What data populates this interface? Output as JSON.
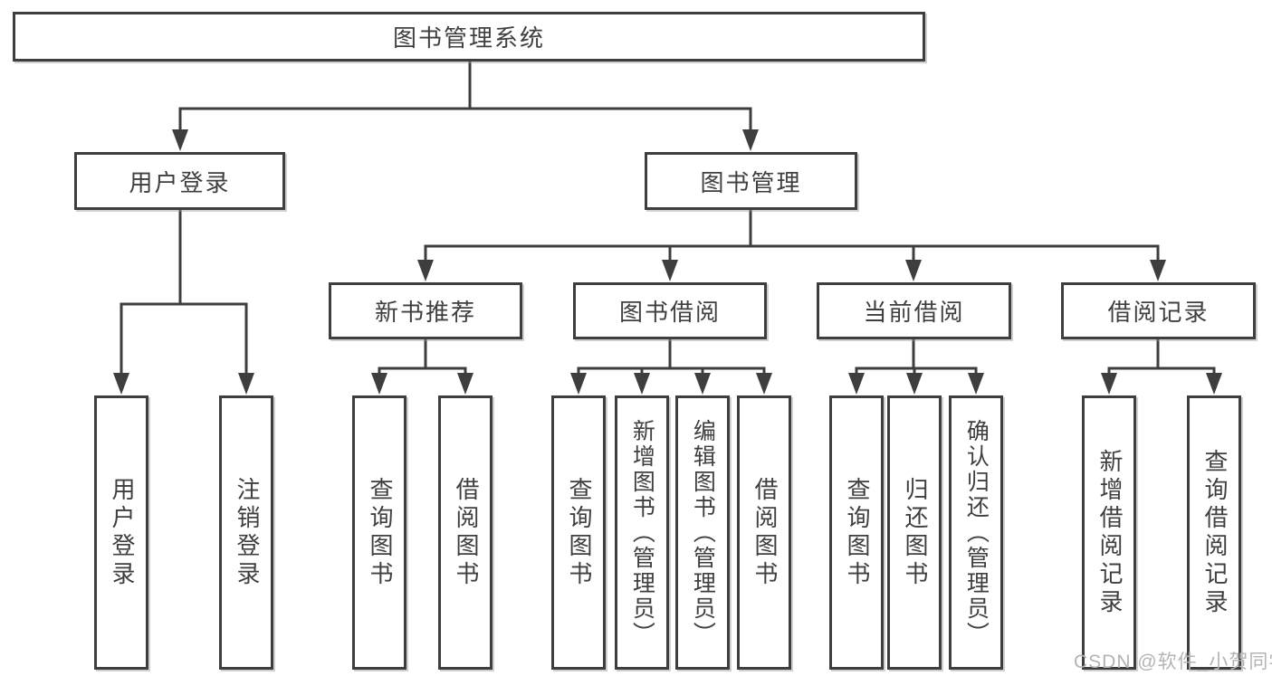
{
  "diagram": {
    "type": "hierarchy-flowchart",
    "title": "图书管理系统",
    "watermark": "CSDN @软件_小贺同学",
    "colors": {
      "line": "#3e3e3e",
      "box_border": "#3e3e3e",
      "box_fill": "#ffffff",
      "text": "#3f3f3f",
      "background": "#ffffff",
      "watermark": "#b4b4b4"
    },
    "nodes": {
      "root": {
        "label": "图书管理系统"
      },
      "user_login": {
        "label": "用户登录"
      },
      "book_mgmt": {
        "label": "图书管理"
      },
      "new_book_rec": {
        "label": "新书推荐"
      },
      "book_borrow": {
        "label": "图书借阅"
      },
      "current_borrow": {
        "label": "当前借阅"
      },
      "borrow_records": {
        "label": "借阅记录"
      },
      "leaf_user_login": {
        "label": "用户登录"
      },
      "leaf_logout": {
        "label": "注销登录"
      },
      "leaf_query_book_rec": {
        "label": "查询图书"
      },
      "leaf_borrow_book_rec": {
        "label": "借阅图书"
      },
      "leaf_query_book_borrow": {
        "label": "查询图书"
      },
      "leaf_add_book": {
        "label": "新增图书（管理员）"
      },
      "leaf_edit_book": {
        "label": "编辑图书（管理员）"
      },
      "leaf_borrow_book_borrow": {
        "label": "借阅图书"
      },
      "leaf_query_book_current": {
        "label": "查询图书"
      },
      "leaf_return_book": {
        "label": "归还图书"
      },
      "leaf_confirm_return": {
        "label": "确认归还（管理员）"
      },
      "leaf_add_borrow_record": {
        "label": "新增借阅记录"
      },
      "leaf_query_borrow_record": {
        "label": "查询借阅记录"
      }
    },
    "hierarchy": {
      "图书管理系统": {
        "用户登录": [
          "用户登录",
          "注销登录"
        ],
        "图书管理": {
          "新书推荐": [
            "查询图书",
            "借阅图书"
          ],
          "图书借阅": [
            "查询图书",
            "新增图书（管理员）",
            "编辑图书（管理员）",
            "借阅图书"
          ],
          "当前借阅": [
            "查询图书",
            "归还图书",
            "确认归还（管理员）"
          ],
          "借阅记录": [
            "新增借阅记录",
            "查询借阅记录"
          ]
        }
      }
    }
  }
}
